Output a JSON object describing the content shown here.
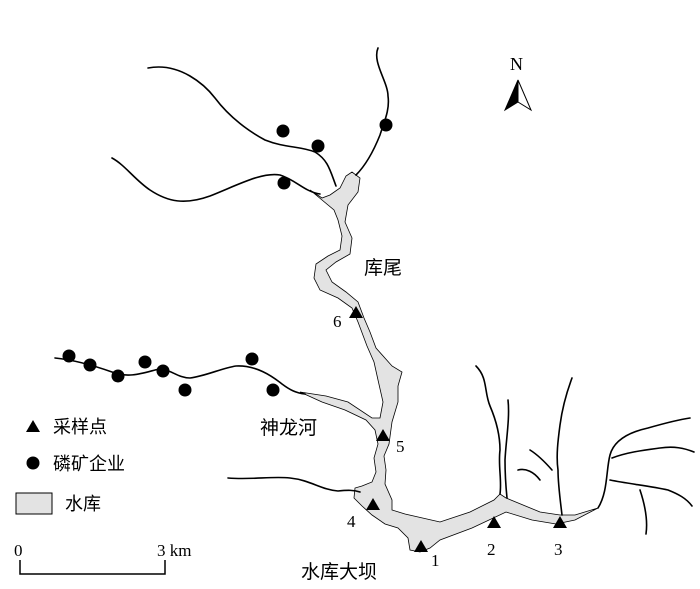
{
  "north_label": "N",
  "place_labels": {
    "reservoir_tail": "库尾",
    "shenlong_river": "神龙河",
    "dam": "水库大坝"
  },
  "site_numbers": [
    "1",
    "2",
    "3",
    "4",
    "5",
    "6"
  ],
  "legend": {
    "sampling_point": "采样点",
    "phosphate_mine": "磷矿企业",
    "reservoir": "水库"
  },
  "scale_bar": {
    "start": "0",
    "end": "3 km"
  },
  "colors": {
    "reservoir_fill": "#e3e3e3",
    "line": "#000000"
  }
}
